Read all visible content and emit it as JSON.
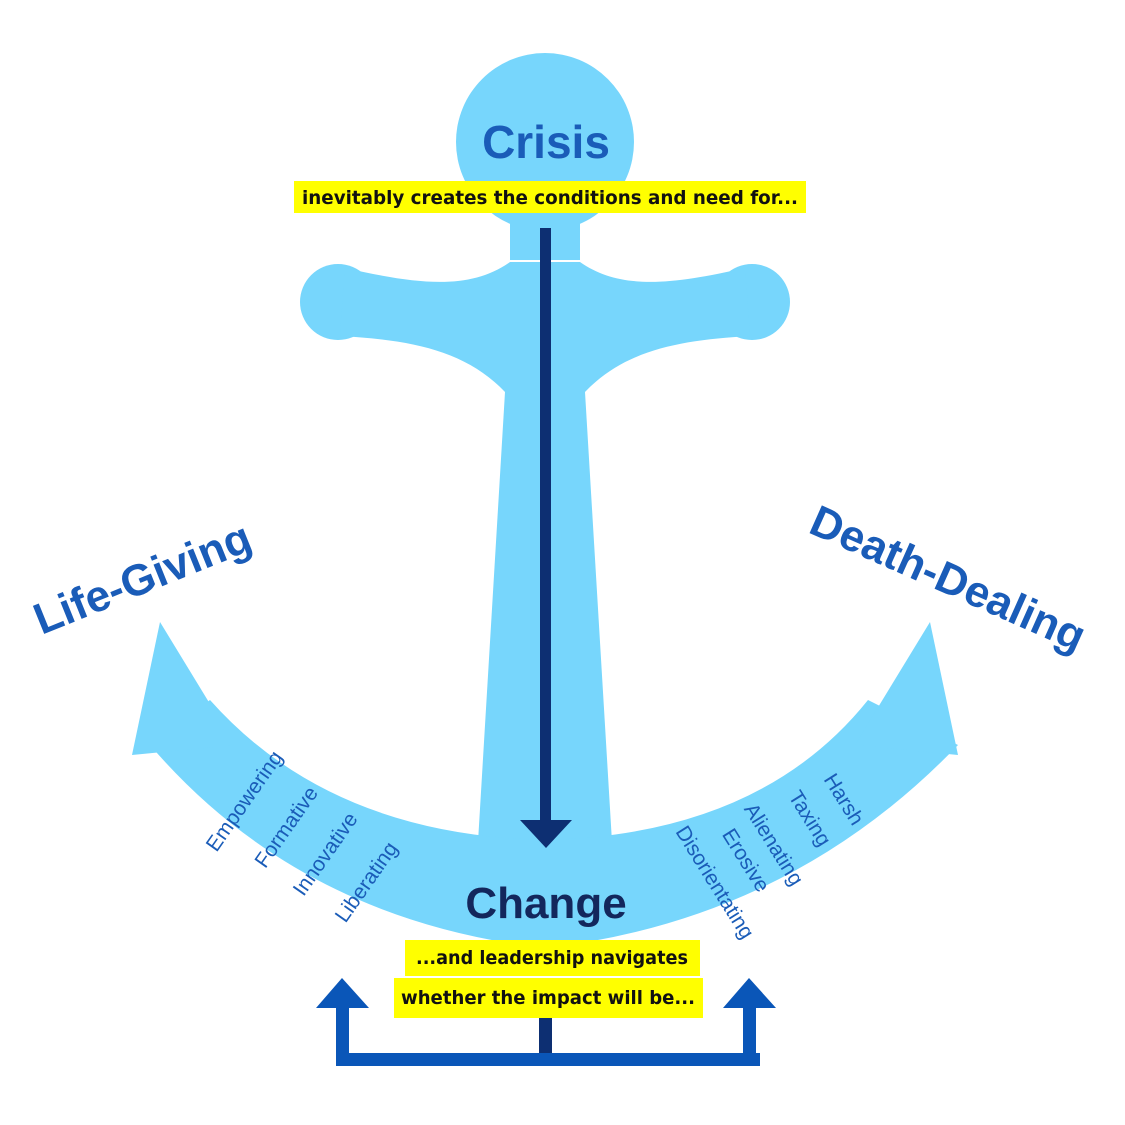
{
  "colors": {
    "anchor": "#77d6fc",
    "label_blue": "#1a5cb8",
    "center_label": "#13275c",
    "arrow_dark": "#0d2f72",
    "arrow_blue": "#0a56b8",
    "highlight": "#ffff00"
  },
  "top": {
    "title": "Crisis",
    "caption": "inevitably creates the conditions and need for..."
  },
  "center": {
    "title": "Change",
    "caption_line1": "...and leadership navigates",
    "caption_line2": "whether the impact will be..."
  },
  "left": {
    "title": "Life-Giving",
    "words": [
      "Empowering",
      "Formative",
      "Innovative",
      "Liberating"
    ]
  },
  "right": {
    "title": "Death-Dealing",
    "words": [
      "Harsh",
      "Taxing",
      "Alienating",
      "Erosive",
      "Disorientating"
    ]
  }
}
